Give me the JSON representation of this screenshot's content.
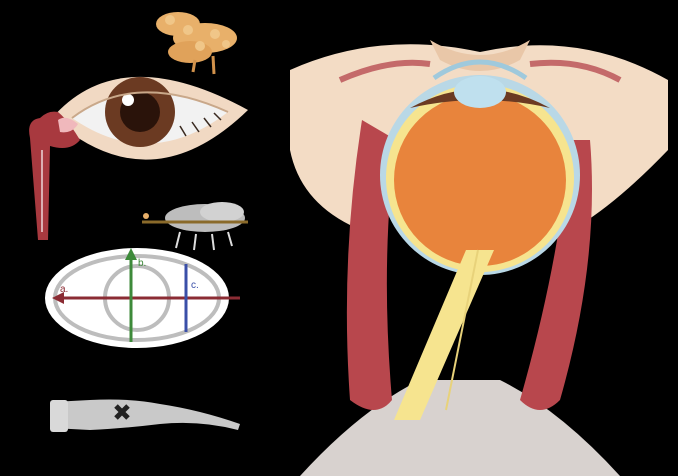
{
  "figure": {
    "background": "#000000",
    "labels": {
      "a": "a.",
      "b": "b.",
      "c": "c."
    },
    "colors": {
      "iris": "#6b3a22",
      "sclera": "#f2f2f2",
      "eyelid": "#f1d9c3",
      "lacrimal_gland": "#e8b06a",
      "muscle": "#b8474d",
      "orbital_fat": "#f3dcc5",
      "vitreous": "#e8843c",
      "optic_nerve": "#f6e48f",
      "cornea": "#bfe0ee",
      "label_a": "#8b2c34",
      "label_b": "#3d8a3a",
      "label_c": "#3a4fa8",
      "probe": "#c9c9c9",
      "tendon": "#d8d2cf"
    },
    "icons": [
      "lacrimal-gland-icon",
      "external-eye-icon",
      "tear-sac-icon",
      "eyelid-cross-section-icon",
      "measurement-axes-icon",
      "ultrasound-probe-icon",
      "eye-globe-sagittal-icon"
    ]
  }
}
